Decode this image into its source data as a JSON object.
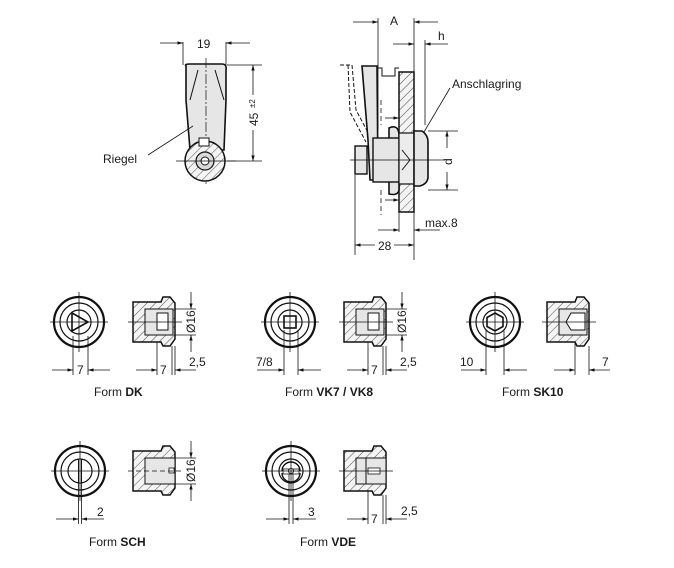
{
  "drawing": {
    "lever_view": {
      "width_dim": "19",
      "height_dim": "45",
      "height_tol": "±2",
      "label_latch": "Riegel"
    },
    "side_view": {
      "dim_A": "A",
      "dim_h": "h",
      "dim_d": "d",
      "dim_28": "28",
      "dim_max": "max.8",
      "label_ring": "Anschlagring"
    },
    "forms": [
      {
        "prefix": "Form ",
        "name": "DK",
        "key_dim": "7",
        "len_dim": "7",
        "flange_dim": "2,5",
        "dia_dim": "Ø16",
        "key_shape": "triangle-icon"
      },
      {
        "prefix": "Form ",
        "name": "VK7 / VK8",
        "key_dim": "7/8",
        "len_dim": "7",
        "flange_dim": "2,5",
        "dia_dim": "Ø16",
        "key_shape": "square-icon"
      },
      {
        "prefix": "Form ",
        "name": "SK10",
        "key_dim": "10",
        "len_dim": "7",
        "key_shape": "hexagon-icon"
      },
      {
        "prefix": "Form ",
        "name": "SCH",
        "key_dim": "2",
        "dia_dim": "Ø16",
        "key_shape": "slot-icon"
      },
      {
        "prefix": "Form ",
        "name": "VDE",
        "key_dim": "3",
        "len_dim": "7",
        "flange_dim": "2,5",
        "key_shape": "double-bit-icon"
      }
    ]
  }
}
